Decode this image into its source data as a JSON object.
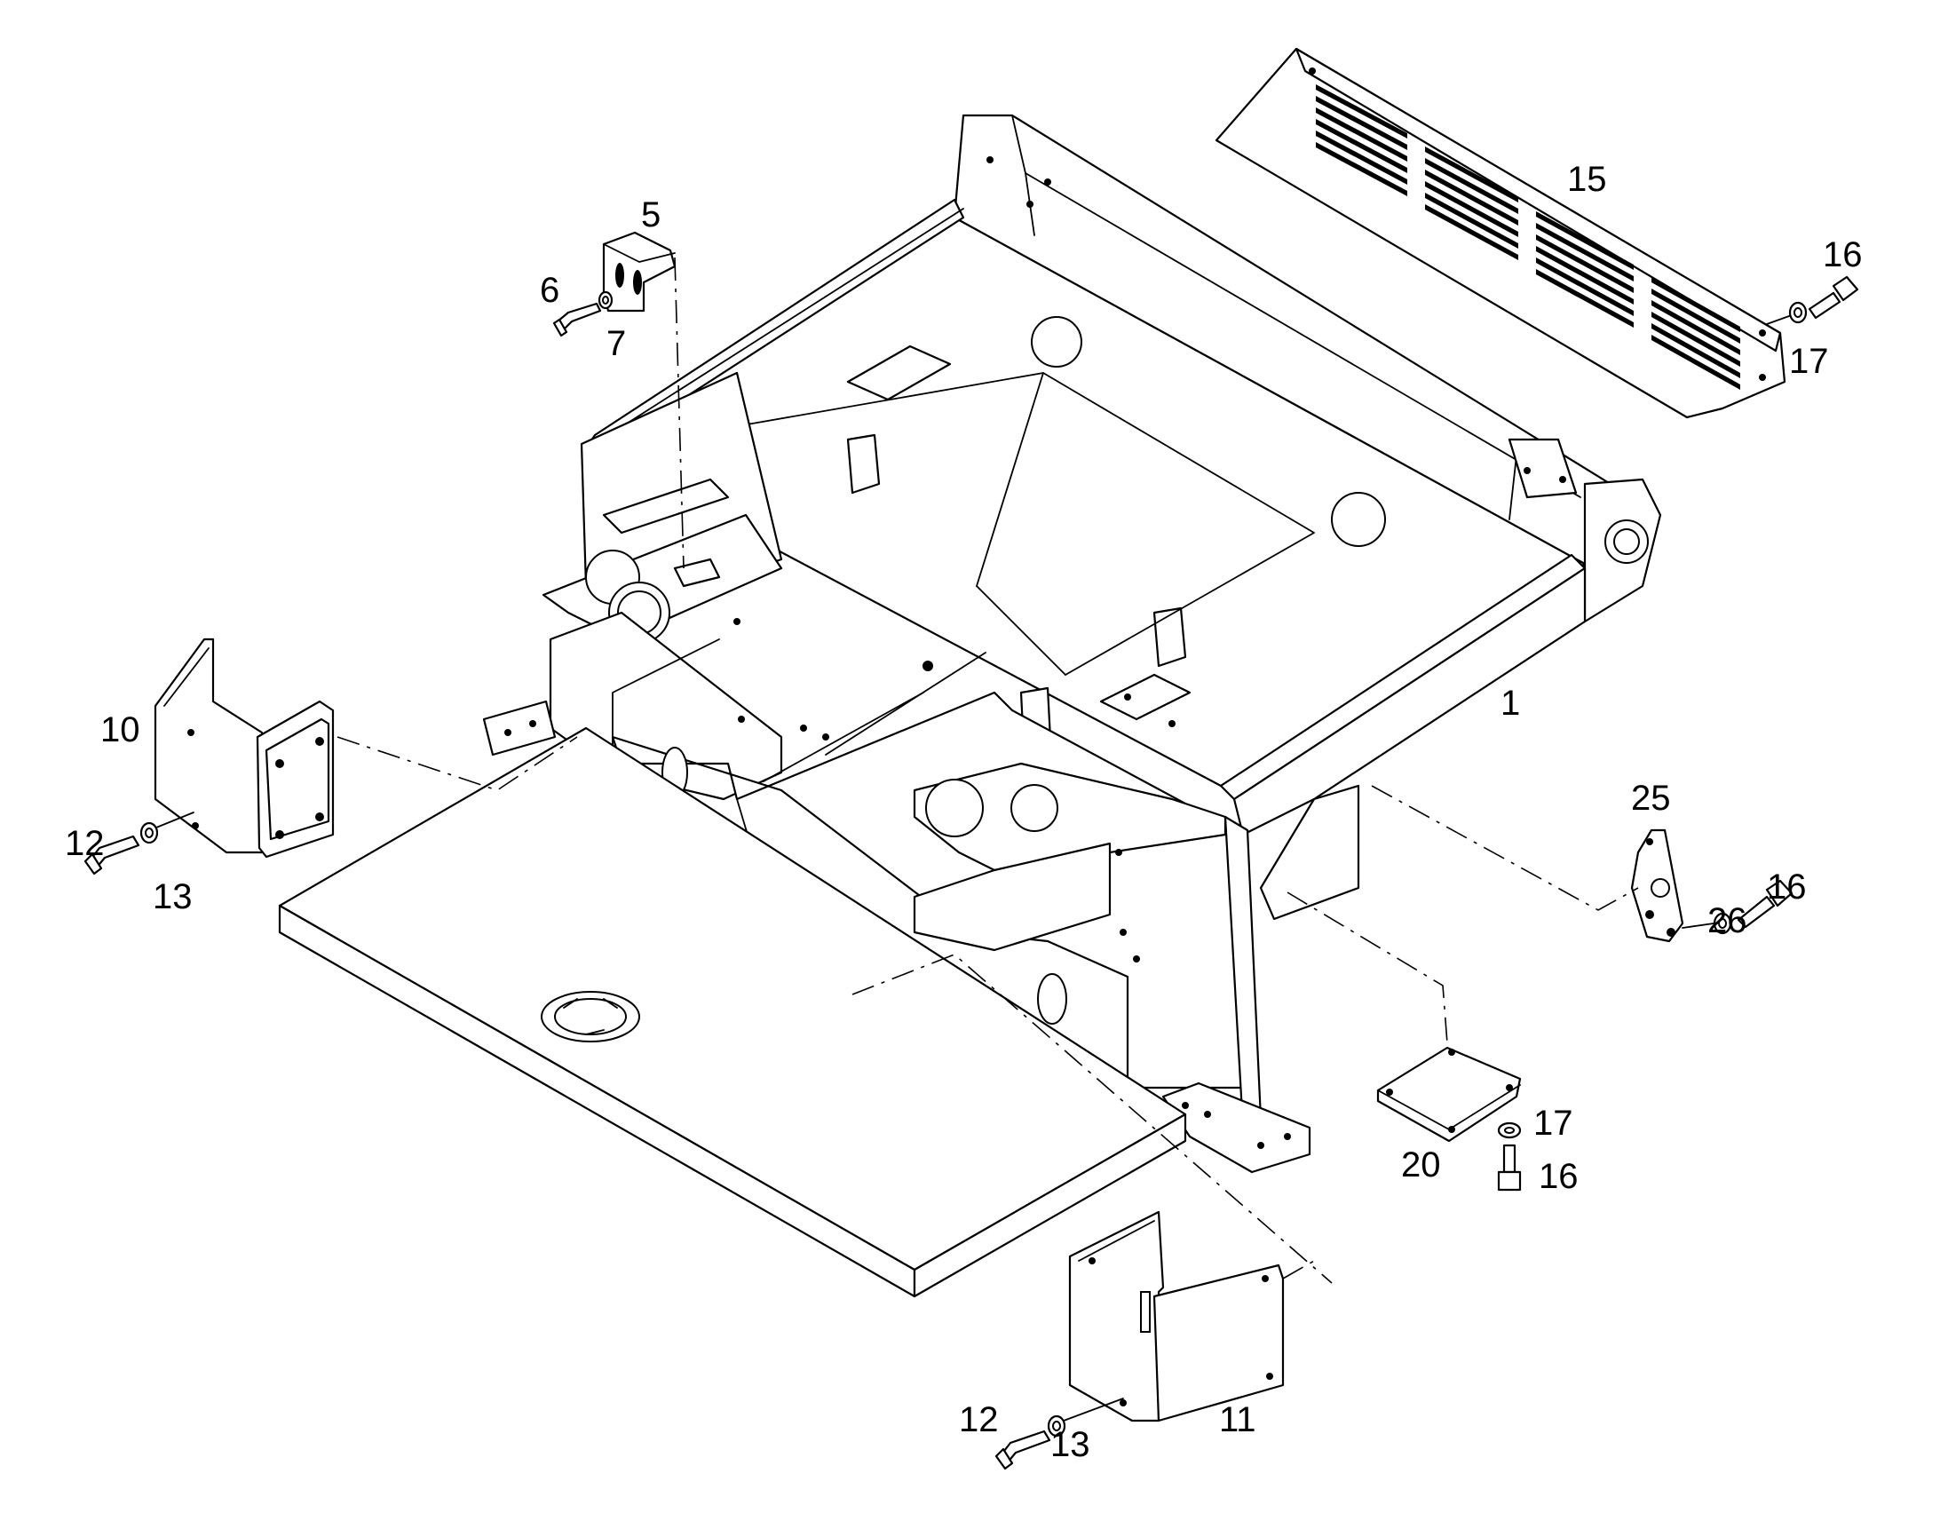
{
  "callouts": [
    {
      "id": "c1",
      "text": "1"
    },
    {
      "id": "c5",
      "text": "5"
    },
    {
      "id": "c6",
      "text": "6"
    },
    {
      "id": "c7",
      "text": "7"
    },
    {
      "id": "c10",
      "text": "10"
    },
    {
      "id": "c11",
      "text": "11"
    },
    {
      "id": "c12a",
      "text": "12"
    },
    {
      "id": "c13a",
      "text": "13"
    },
    {
      "id": "c12b",
      "text": "12"
    },
    {
      "id": "c13b",
      "text": "13"
    },
    {
      "id": "c15",
      "text": "15"
    },
    {
      "id": "c16a",
      "text": "16"
    },
    {
      "id": "c17a",
      "text": "17"
    },
    {
      "id": "c16b",
      "text": "16"
    },
    {
      "id": "c17b",
      "text": "17"
    },
    {
      "id": "c16c",
      "text": "16"
    },
    {
      "id": "c20",
      "text": "20"
    },
    {
      "id": "c25",
      "text": "25"
    },
    {
      "id": "c26",
      "text": "26"
    }
  ],
  "colors": {
    "line": "#000000",
    "background": "#ffffff"
  }
}
